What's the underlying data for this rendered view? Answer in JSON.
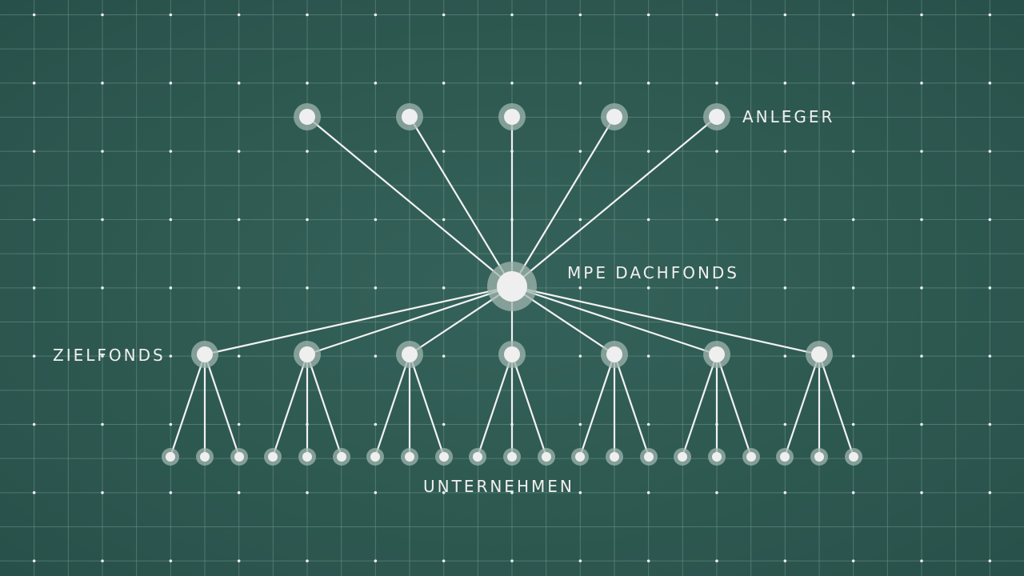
{
  "labels": {
    "investors": "ANLEGER",
    "fund_of_funds": "MPE DACHFONDS",
    "target_funds": "ZIELFONDS",
    "companies": "UNTERNEHMEN"
  },
  "structure": {
    "investor_count": 5,
    "target_fund_count": 7,
    "companies_per_target_fund": 3
  },
  "colors": {
    "background": "#2e5a52",
    "grid": "#6f958c",
    "node": "#efefef",
    "halo": "#9fb5ae",
    "line": "#f2f2f2"
  }
}
